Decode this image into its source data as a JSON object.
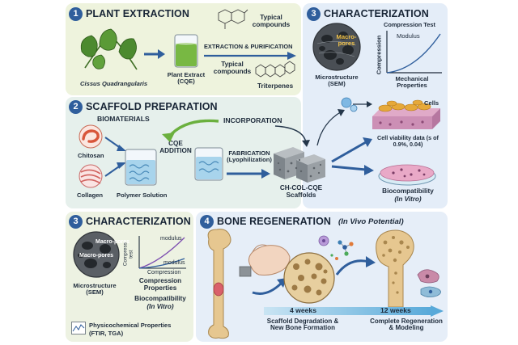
{
  "sections": {
    "plant_extraction": {
      "number": "1",
      "title": "PLANT EXTRACTION",
      "plant_name": "Cissus Quadrangularis",
      "extract_label": "Plant Extract (CQE)",
      "typical_compounds_1": "Typical compounds",
      "process_label": "EXTRACTION & PURIFICATION",
      "typical_compounds_2": "Typical compounds",
      "triterpenes": "Triterpenes"
    },
    "scaffold_preparation": {
      "number": "2",
      "title": "SCAFFOLD PREPARATION",
      "biomaterials": "BIOMATERIALS",
      "chitosan": "Chitosan",
      "collagen": "Collagen",
      "polymer_solution": "Polymer Solution",
      "cqe_addition": "CQE ADDITION",
      "incorporation": "INCORPORATION",
      "fabrication": "FABRICATION (Lyophilization)",
      "scaffolds": "CH-COL-CQE Scaffolds"
    },
    "characterization_top": {
      "number": "3",
      "title": "CHARACTERIZATION",
      "macro_pores": "Macro-pores",
      "microstructure": "Microstructure (SEM)",
      "compression_test": "Compression Test",
      "modulus": "Modulus",
      "axis_compression": "Compression",
      "mechanical": "Mechanical Properties",
      "cells": "Cells",
      "viability": "Cell viability data (s of 0.9%, 0.04)",
      "biocompat": "Biocompatibility",
      "in_vitro": "(In Vitro)"
    },
    "characterization_bottom": {
      "number": "3",
      "title": "CHARACTERIZATION",
      "macro_pores_1": "Macro-pores",
      "macro_pores_2": "Macro-pores",
      "microstructure": "Microstructure (SEM)",
      "axis_y": "Compress test",
      "modulus_1": "modulus",
      "modulus_2": "modulus",
      "axis_x": "Compression",
      "compression_props": "Compression Properties",
      "biocompat": "Biocompatibility",
      "in_vitro": "(In Vitro)",
      "physchem": "Physicochemical Properties",
      "physchem_methods": "(FTIR, TGA)"
    },
    "bone_regeneration": {
      "number": "4",
      "title": "BONE REGENERATION",
      "subtitle": "(In Vivo Potential)",
      "weeks_4": "4 weeks",
      "weeks_12": "12 weeks",
      "stage_1": "Scaffold Degradation & New Bone Formation",
      "stage_2": "Complete Regeneration & Modeling"
    }
  },
  "colors": {
    "section_1_bg": "#eef3dd",
    "section_2_bg": "#e6f0ec",
    "section_3_bg": "#e4edf8",
    "section_4_bg": "#e6eef8",
    "badge": "#2f5e9c",
    "arrow": "#2f5e9c",
    "leaf": "#4c8a2f",
    "extract": "#78b843",
    "scaffold": "#8c9297",
    "bone": "#e6c790",
    "cells": "#e6a93a",
    "timeline": "#57a9d9"
  }
}
